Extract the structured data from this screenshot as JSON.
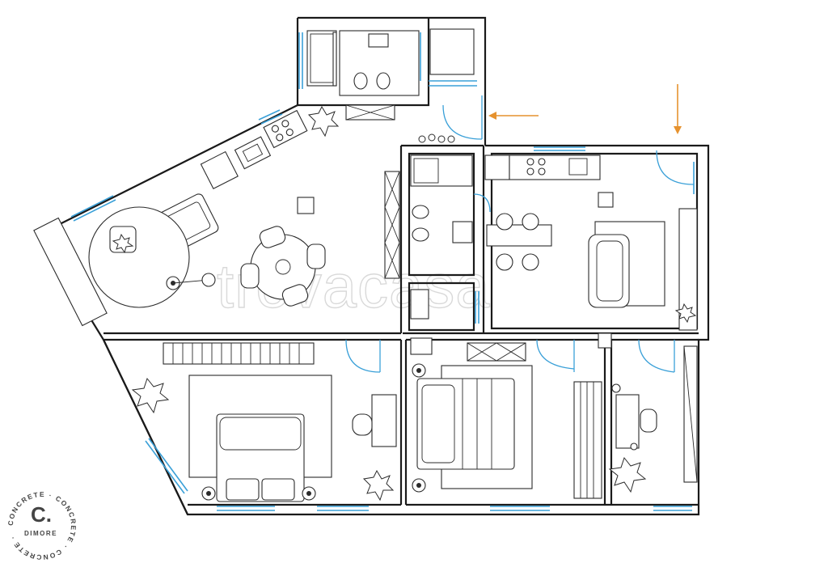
{
  "watermark": {
    "text": "trovacasa"
  },
  "logo": {
    "ring_text": "CONCRETE · CONCRETE · CONCRETE ·",
    "mark": "C.",
    "name": "DIMORE"
  },
  "colors": {
    "walls": "#1a1a1a",
    "windows_doors": "#3aa0d8",
    "entrance_arrows": "#e6922e",
    "watermark": "#d9d9d9"
  },
  "icons": [
    "entrance-arrow-icon",
    "plant-icon",
    "lamp-icon",
    "stove-icon",
    "sink-icon",
    "toilet-icon",
    "bidet-icon",
    "sofa-icon",
    "bed-icon",
    "desk-chair-icon"
  ]
}
